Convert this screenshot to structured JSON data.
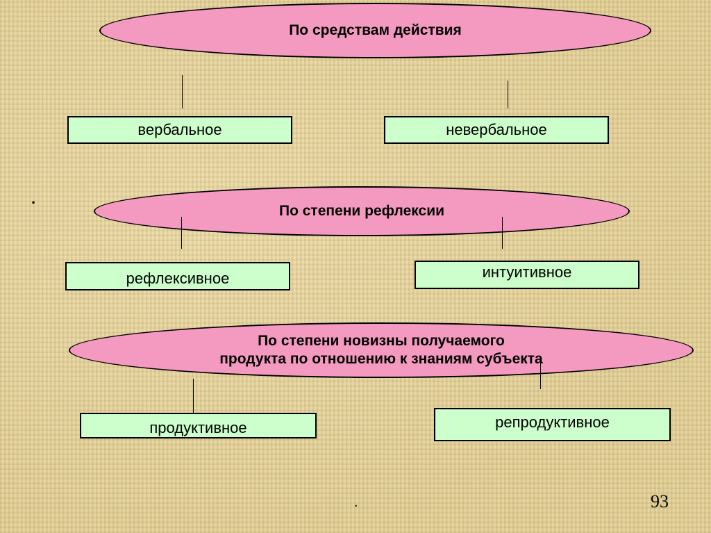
{
  "groups": [
    {
      "title": "По средствам действия",
      "left": "вербальное",
      "right": "невербальное"
    },
    {
      "title": "По степени рефлексии",
      "left": "рефлексивное",
      "right": "интуитивное"
    },
    {
      "title_line1": "По степени новизны получаемого",
      "title_line2": "продукта по отношению к знаниям субъекта",
      "left": "продуктивное",
      "right": "репродуктивное"
    }
  ],
  "bullet_dot": ".",
  "footer_dot": ".",
  "page_number": "93",
  "colors": {
    "ellipse_fill": "#f49ac1",
    "box_fill": "#ccffcc",
    "background": "#e2cf95"
  }
}
